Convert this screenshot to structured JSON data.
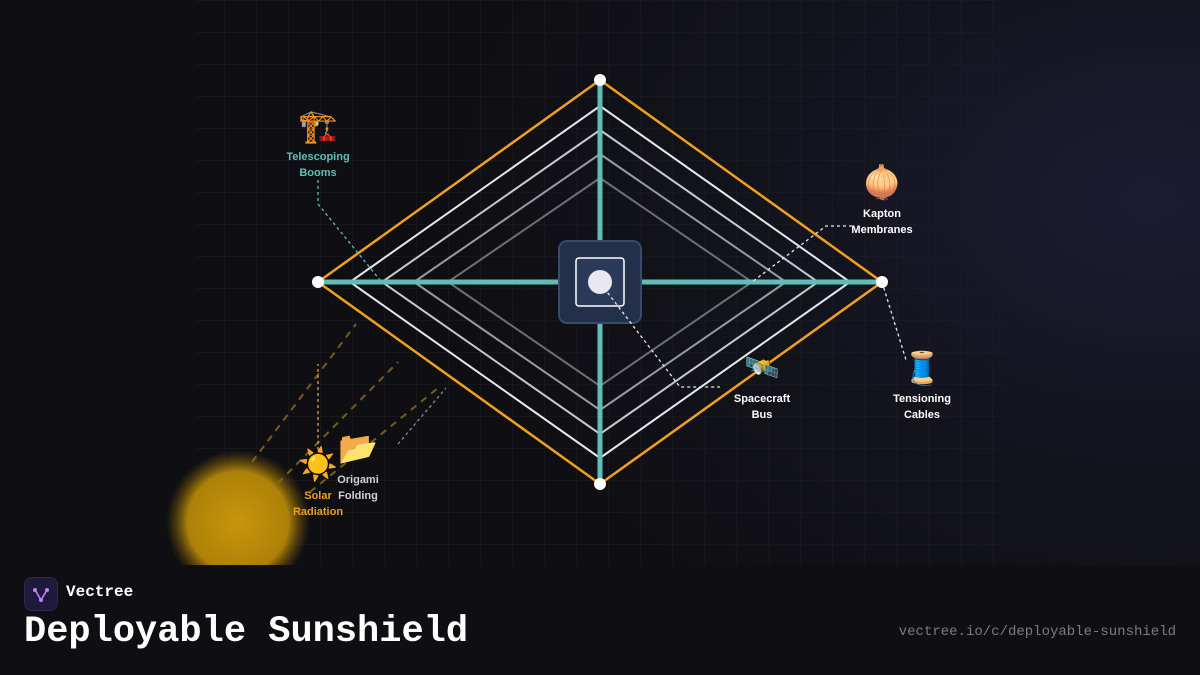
{
  "diagram": {
    "labels": {
      "telescoping_booms": "Telescoping\nBooms",
      "kapton_membranes": "Kapton\nMembranes",
      "spacecraft_bus": "Spacecraft\nBus",
      "tensioning_cables": "Tensioning\nCables",
      "solar_radiation": "Solar\nRadiation",
      "origami_folding": "Origami\nFolding"
    },
    "icons": {
      "telescoping_booms": "🏗️",
      "kapton_membranes": "🧅",
      "spacecraft_bus": "🛰️",
      "tensioning_cables": "🧵",
      "solar_radiation": "☀️",
      "origami_folding": "📂"
    },
    "colors": {
      "boom": "#5fbfb8",
      "outer_edge": "#f0a020",
      "membrane_1": "#e8e8f0",
      "membrane_2": "#c8c8d0",
      "membrane_3": "#9a9aa2",
      "membrane_4": "#6e6e76",
      "sun_glow": "#c8960a",
      "solar_label": "#f0a020",
      "boom_label": "#5fbfb8",
      "bus_panel": "#233049"
    }
  },
  "footer": {
    "brand_name": "Vectree",
    "title": "Deployable Sunshield",
    "url": "vectree.io/c/deployable-sunshield"
  }
}
